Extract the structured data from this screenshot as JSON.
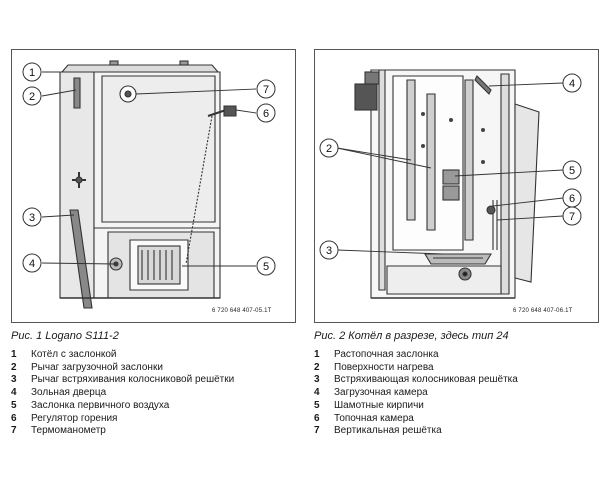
{
  "figure1": {
    "doc_id": "6 720 648 407-05.1T",
    "caption": "Рис. 1    Logano S111-2",
    "callouts": [
      "1",
      "2",
      "3",
      "4",
      "5",
      "6",
      "7"
    ],
    "legend": [
      {
        "num": "1",
        "text": "Котёл с заслонкой"
      },
      {
        "num": "2",
        "text": "Рычаг загрузочной заслонки"
      },
      {
        "num": "3",
        "text": "Рычаг встряхивания колосниковой решётки"
      },
      {
        "num": "4",
        "text": "Зольная дверца"
      },
      {
        "num": "5",
        "text": "Заслонка первичного воздуха"
      },
      {
        "num": "6",
        "text": "Регулятор горения"
      },
      {
        "num": "7",
        "text": "Термоманометр"
      }
    ]
  },
  "figure2": {
    "doc_id": "6 720 648 407-06.1T",
    "caption": "Рис. 2    Котёл в разрезе, здесь тип 24",
    "callouts": [
      "2",
      "3",
      "4",
      "5",
      "6",
      "7"
    ],
    "legend": [
      {
        "num": "1",
        "text": "Растопочная заслонка"
      },
      {
        "num": "2",
        "text": "Поверхности нагрева"
      },
      {
        "num": "3",
        "text": "Встряхивающая колосниковая решётка"
      },
      {
        "num": "4",
        "text": "Загрузочная камера"
      },
      {
        "num": "5",
        "text": "Шамотные кирпичи"
      },
      {
        "num": "6",
        "text": "Топочная камера"
      },
      {
        "num": "7",
        "text": "Вертикальная решётка"
      }
    ]
  }
}
